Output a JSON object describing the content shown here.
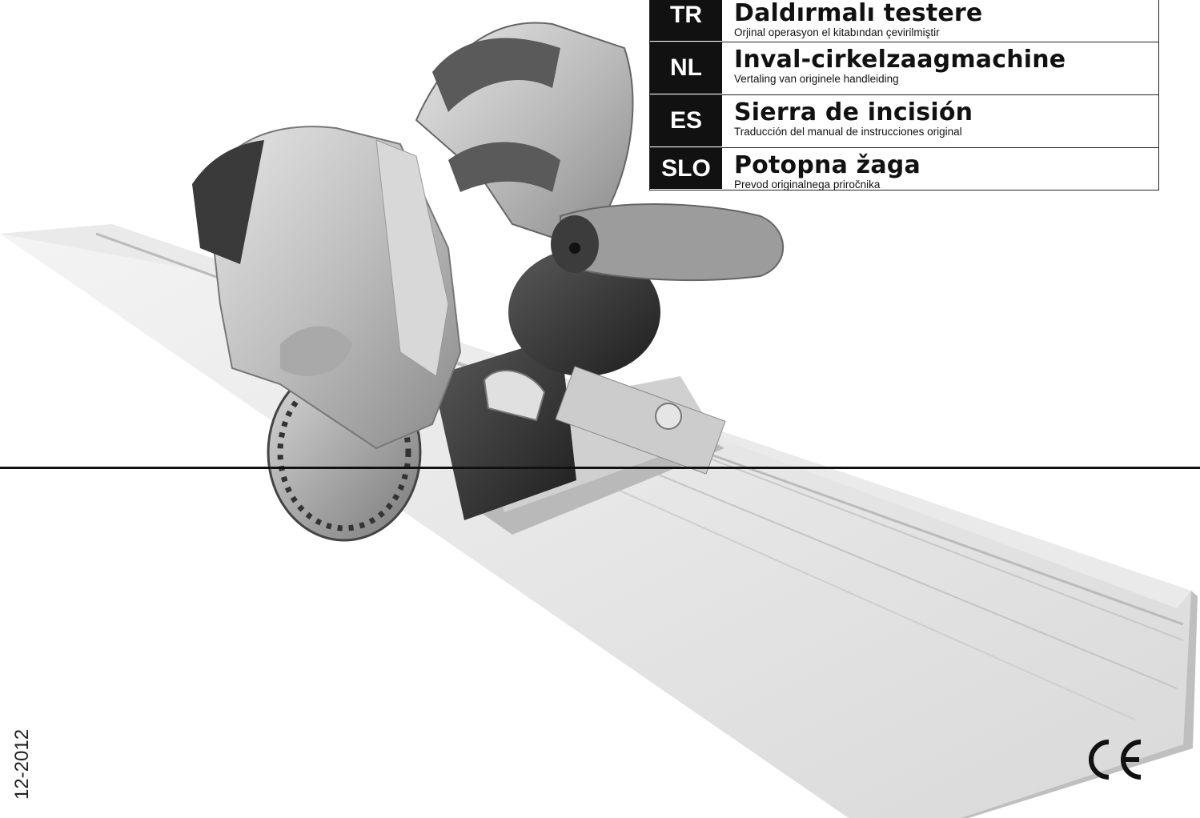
{
  "languages": [
    {
      "code": "TR",
      "title": "Daldırmalı testere",
      "subtitle": "Orjinal operasyon el kitabından çevirilmiştir"
    },
    {
      "code": "NL",
      "title": "Inval-cirkelzaagmachine",
      "subtitle": "Vertaling van originele handleiding"
    },
    {
      "code": "ES",
      "title": "Sierra de incisión",
      "subtitle": "Traducción del manual de instrucciones original"
    },
    {
      "code": "SLO",
      "title": "Potopna žaga",
      "subtitle": "Prevod originalnega priročnika"
    }
  ],
  "date_code": "12-2012",
  "conformity_mark": "CE"
}
